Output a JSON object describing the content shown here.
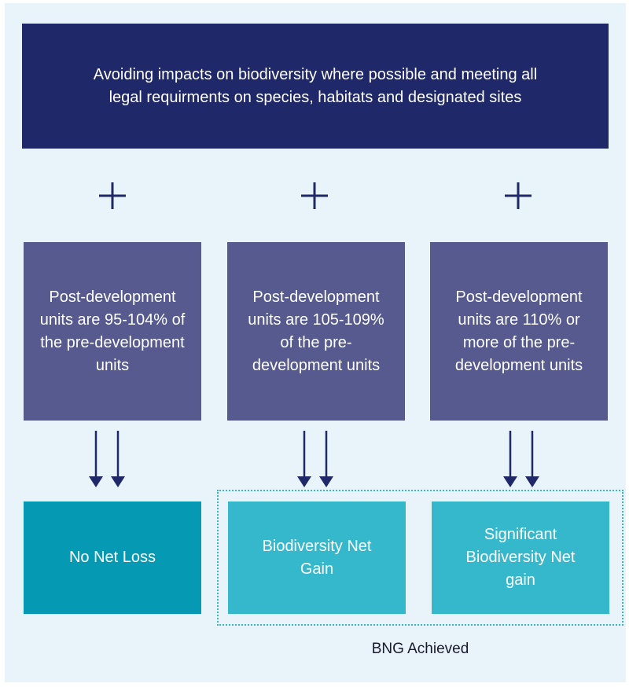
{
  "header": {
    "text": "Avoiding impacts on biodiversity where possible and meeting all legal requirments on species, habitats and designated sites"
  },
  "plus_icon": "plus-icon",
  "arrow_icon": "double-down-arrow-icon",
  "conditions": [
    {
      "text": "Post-development units are 95-104% of the pre-development units"
    },
    {
      "text": "Post-development units are 105-109% of the pre-development units"
    },
    {
      "text": "Post-development units are 110% or more of the pre-development units"
    }
  ],
  "outcomes": [
    {
      "text": "No Net Loss"
    },
    {
      "text": "Biodiversity Net Gain"
    },
    {
      "text": "Significant Biodiversity Net gain"
    }
  ],
  "bng_group": {
    "label": "BNG Achieved"
  },
  "colors": {
    "header_bg": "#1f2868",
    "condition_bg": "#565a8f",
    "no_net_loss_bg": "#0699b4",
    "net_gain_bg": "#36b8cc",
    "icon": "#1f2868",
    "panel_bg": "#e8f4fa"
  }
}
